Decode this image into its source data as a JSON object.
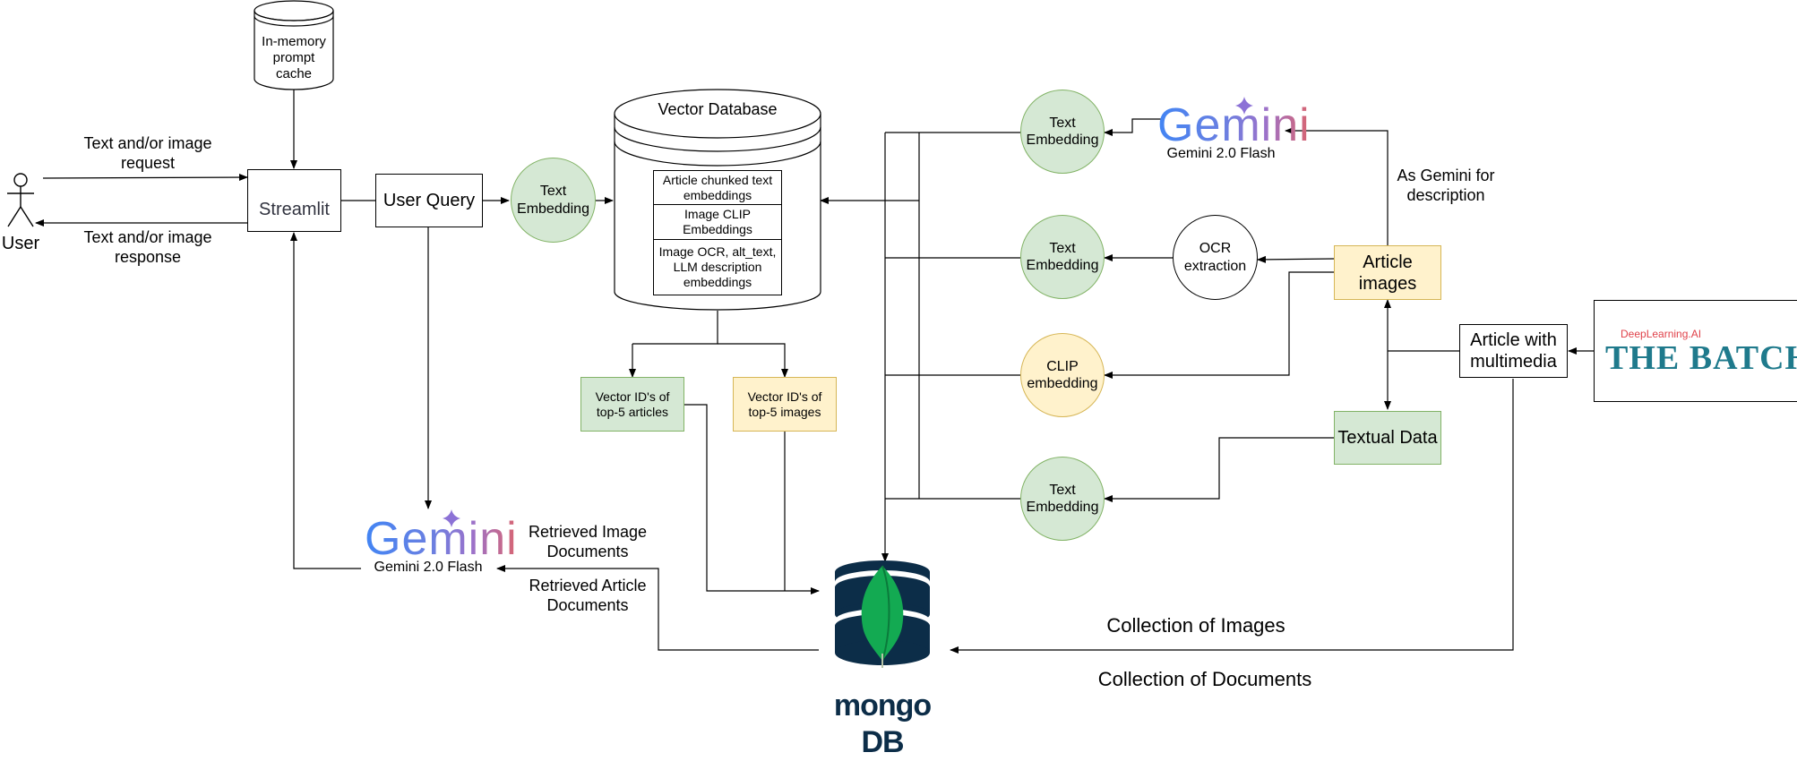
{
  "user": {
    "label": "User"
  },
  "cache": {
    "label": "In-memory\nprompt\ncache"
  },
  "arrows_text": {
    "request": "Text and/or image\nrequest",
    "response": "Text and/or image\nresponse",
    "ask_gemini": "As Gemini for\ndescription",
    "retrieved_images": "Retrieved Image\nDocuments",
    "retrieved_articles": "Retrieved Article\nDocuments",
    "collection_images": "Collection of Images",
    "collection_documents": "Collection of Documents"
  },
  "streamlit": {
    "label": "Streamlit"
  },
  "user_query": {
    "label": "User Query"
  },
  "query_embedding": {
    "label": "Text\nEmbedding"
  },
  "vector_db": {
    "title": "Vector Database",
    "rows": [
      "Article chunked text\nembeddings",
      "Image CLIP\nEmbeddings",
      "Image OCR, alt_text,\nLLM description\nembeddings"
    ]
  },
  "results": {
    "articles": "Vector ID's of\ntop-5 articles",
    "images": "Vector ID's of\ntop-5 images"
  },
  "gemini_bottom": {
    "wordmark": "Gemini",
    "caption": "Gemini 2.0 Flash"
  },
  "gemini_top": {
    "wordmark": "Gemini",
    "caption": "Gemini 2.0 Flash"
  },
  "embeddings_right": {
    "text1": "Text\nEmbedding",
    "text2": "Text\nEmbedding",
    "clip": "CLIP\nembedding",
    "text3": "Text\nEmbedding"
  },
  "ocr": {
    "label": "OCR\nextraction"
  },
  "article_images": {
    "label": "Article\nimages"
  },
  "textual_data": {
    "label": "Textual Data"
  },
  "article_multimedia": {
    "label": "Article with\nmultimedia"
  },
  "the_batch": {
    "brand": "DeepLearning.AI",
    "title": "THE BATCH"
  },
  "mongodb": {
    "label": "mongo DB"
  },
  "colors": {
    "green_fill": "#d5e8d4",
    "green_stroke": "#82b366",
    "yellow_fill": "#fff2cc",
    "yellow_stroke": "#d6b656",
    "mongo_navy": "#0c2d48",
    "mongo_leaf": "#13aa52",
    "streamlit_red": "#ff4b4b",
    "batch_teal": "#1f7a8c"
  }
}
